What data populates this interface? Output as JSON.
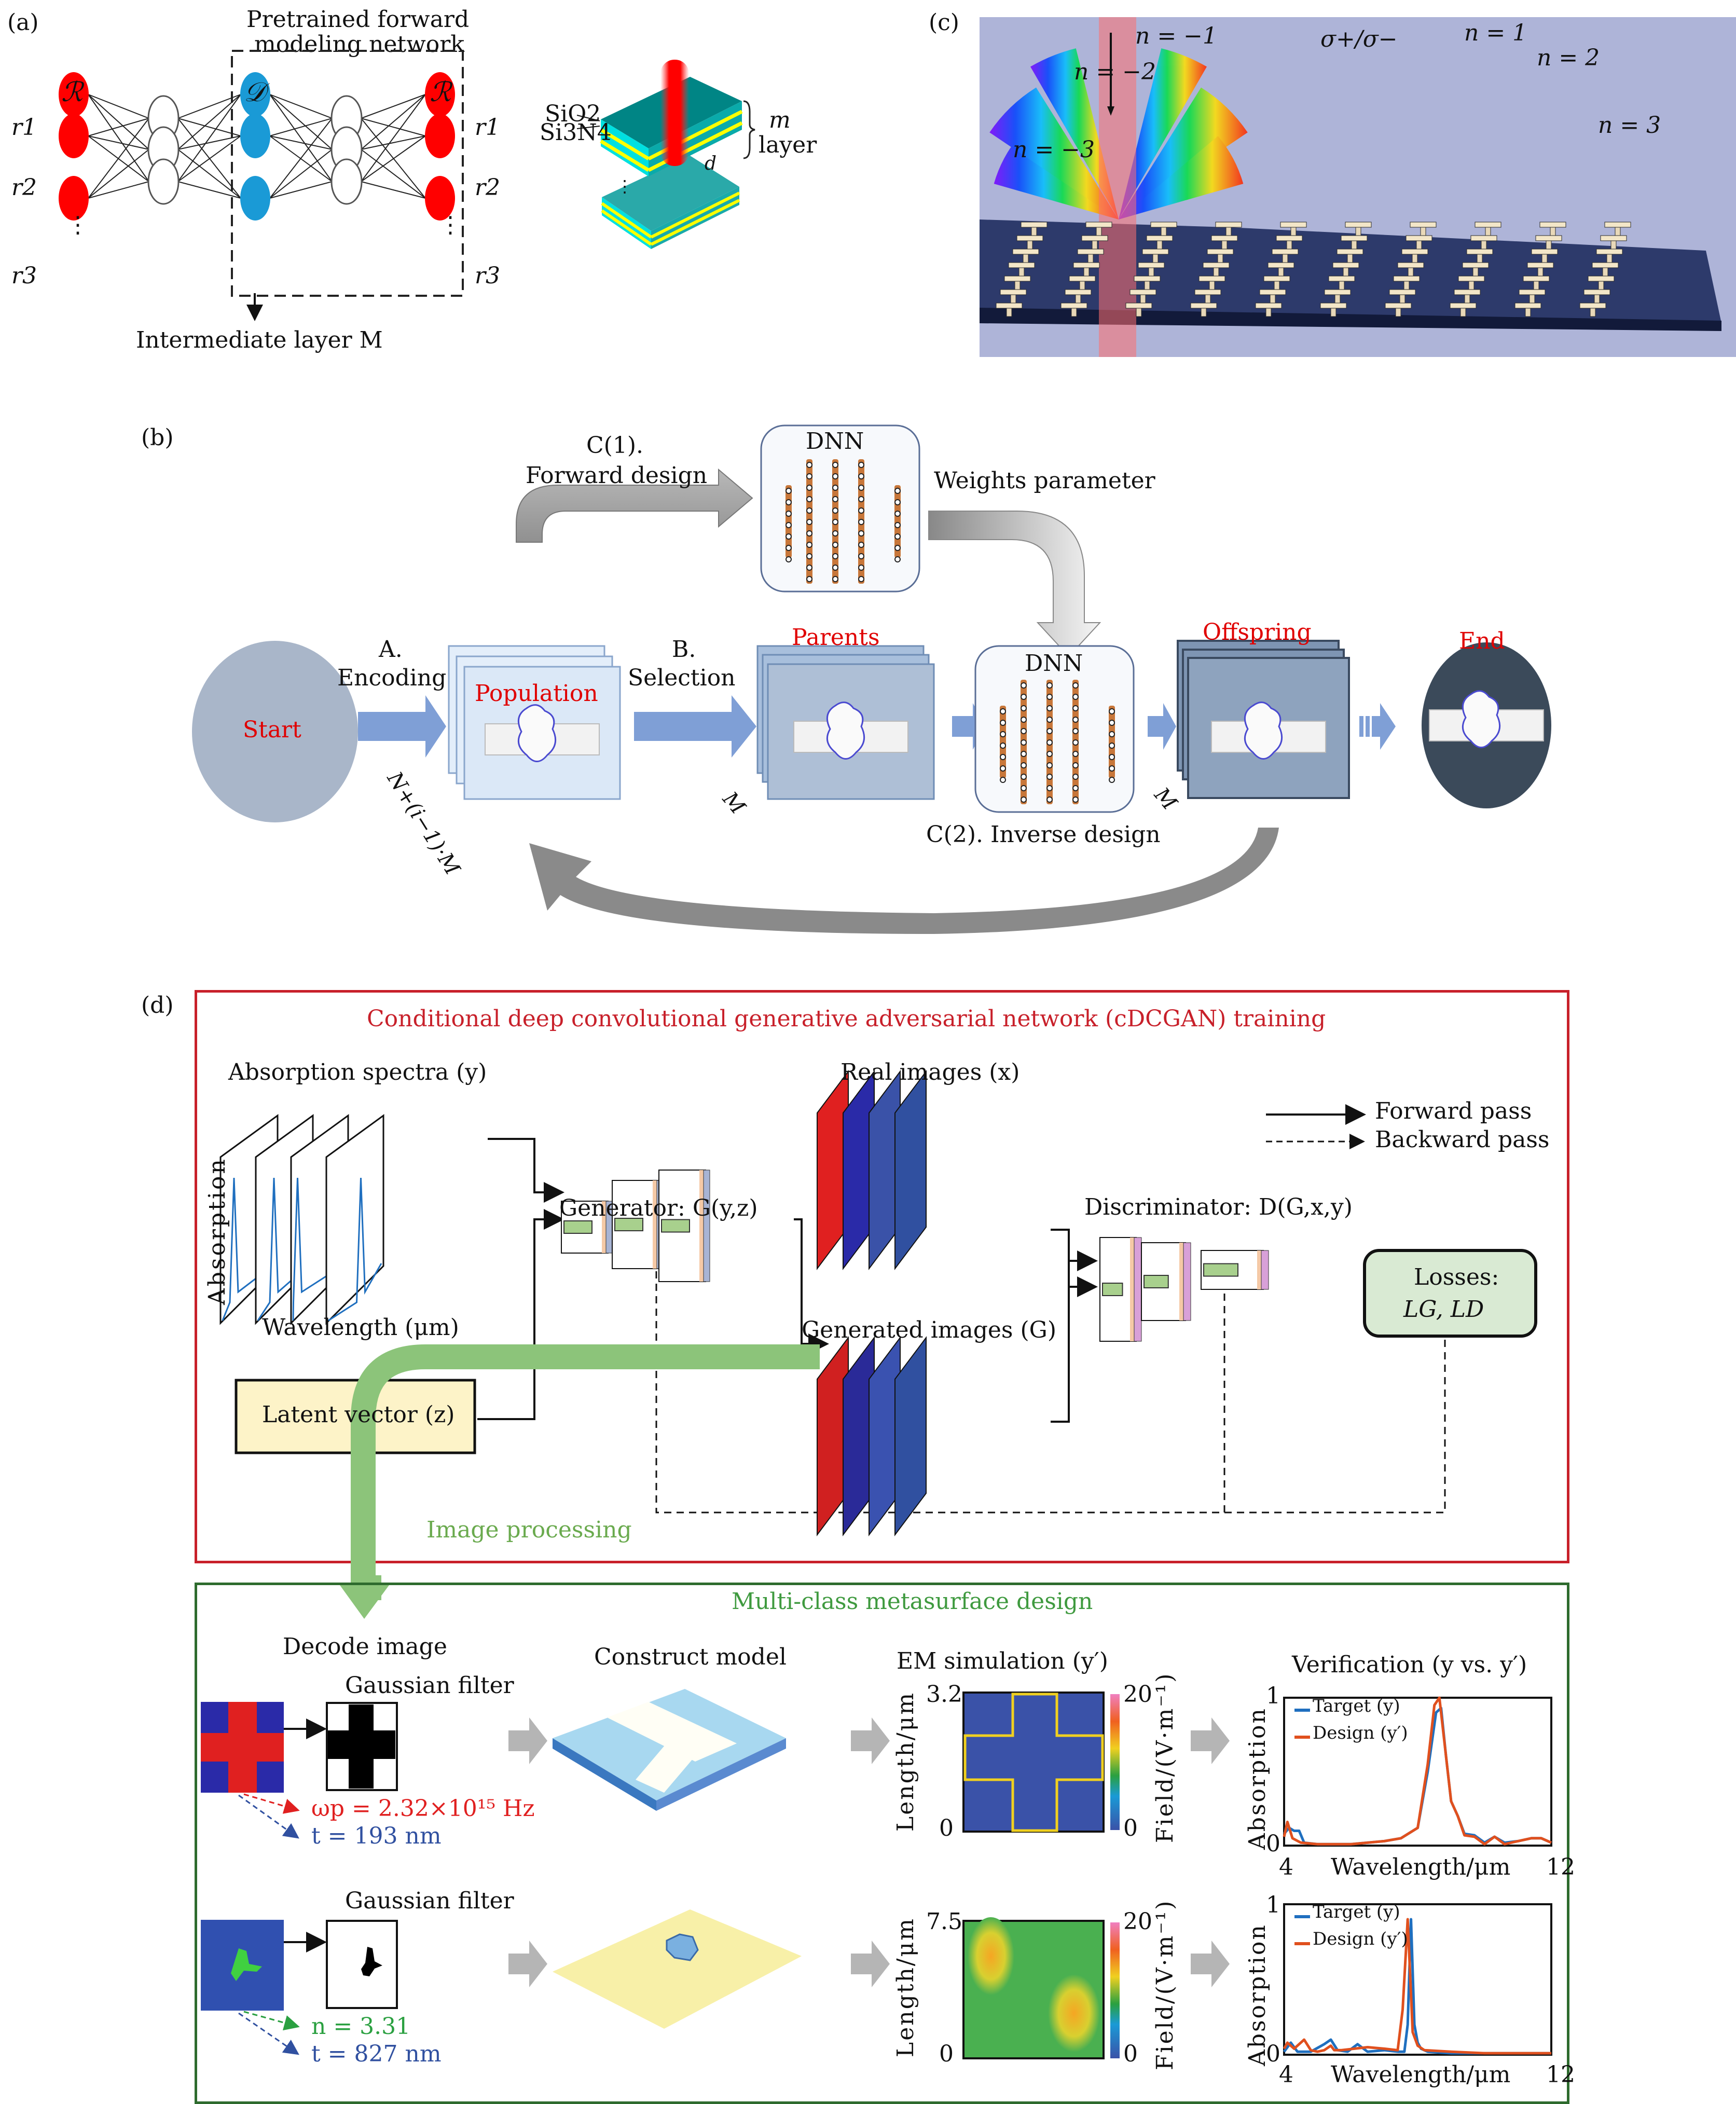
{
  "panels": {
    "a": {
      "label": "(a)",
      "network_title_line1": "Pretrained forward",
      "network_title_line2": "modeling network",
      "input_layer_symbol": "ℛ",
      "design_layer_symbol": "𝒟",
      "output_layer_symbol": "ℛ",
      "inputs": [
        "r1",
        "r2",
        "⋮",
        "r3"
      ],
      "outputs": [
        "r1",
        "r2",
        "⋮",
        "r3"
      ],
      "intermediate_caption": "Intermediate layer M",
      "stack_labels": {
        "sio2": "SiO2",
        "si3n4": "Si3N4",
        "m": "m",
        "layer": "layer",
        "d": "d"
      },
      "colors": {
        "input_node": "#ff0000",
        "design_node": "#1a9ad6",
        "hidden_node": "#ffffff",
        "beam": "#ff1a1a",
        "sio2": "#008080",
        "si3n4_cyan": "#00e5e5",
        "yellow": "#ffff00"
      }
    },
    "b": {
      "label": "(b)",
      "start": "Start",
      "end": "End",
      "step_a_line1": "A.",
      "step_a_line2": "Encoding",
      "step_b_line1": "B.",
      "step_b_line2": "Selection",
      "forward_line1": "C(1).",
      "forward_line2": "Forward design",
      "weights": "Weights parameter",
      "inverse": "C(2). Inverse design",
      "dnn_top": "DNN",
      "dnn_mid": "DNN",
      "population": "Population",
      "parents": "Parents",
      "offspring": "Offspring",
      "population_size": "N+(i−1)·M",
      "m_parents": "M",
      "m_offspring": "M",
      "colors": {
        "accent_text": "#e00000",
        "flow_arrow": "#7f9fd6",
        "loop_arrow": "#808080",
        "start_circle": "#a9b6c9",
        "end_circle": "#3b4a5a"
      }
    },
    "c": {
      "label": "(c)",
      "orders": [
        "n = −3",
        "n = −2",
        "n = −1",
        "n = 1",
        "n = 2",
        "n = 3"
      ],
      "polarization": "σ+/σ−",
      "colors": {
        "background": "#aeb4d8",
        "substrate": "#2d3a6b",
        "beam": "#ff7070"
      }
    },
    "d": {
      "label": "(d)",
      "training_title": "Conditional deep convolutional generative adversarial network (cDCGAN) training",
      "absorption_spectra": "Absorption spectra (y)",
      "absorption_axis": "Absorption",
      "wavelength_axis": "Wavelength (μm)",
      "latent_vector": "Latent vector (z)",
      "generator": "Generator: G(y,z)",
      "real_images": "Real images (x)",
      "generated_images": "Generated images (G)",
      "discriminator": "Discriminator: D(G,x,y)",
      "losses_line1": "Losses:",
      "losses_line2": "LG, LD",
      "legend_forward": "Forward pass",
      "legend_backward": "Backward pass",
      "image_processing": "Image processing",
      "design_title": "Multi-class metasurface design",
      "decode_image": "Decode image",
      "gaussian_filter_1": "Gaussian filter",
      "gaussian_filter_2": "Gaussian filter",
      "construct_model": "Construct model",
      "em_simulation": "EM simulation (y′)",
      "verification": "Verification (y vs. y′)",
      "row1": {
        "param1": "ωp = 2.32×10¹⁵ Hz",
        "param2": "t = 193 nm",
        "length_max": "3.2",
        "length_min": "0",
        "field_max": "20",
        "field_min": "0"
      },
      "row2": {
        "param1": "n = 3.31",
        "param2": "t = 827 nm",
        "length_max": "7.5",
        "length_min": "0",
        "field_max": "20",
        "field_min": "0"
      },
      "length_axis": "Length/μm",
      "field_axis": "Field/(V·m⁻¹)",
      "colors": {
        "training_border": "#c8202a",
        "training_title": "#c8202a",
        "design_border": "#2e6b2e",
        "design_title": "#3f9a3f",
        "green_arrow": "#8cc47a",
        "latent_fill": "#fdf3c8",
        "loss_fill": "#d9ead3",
        "target": "#1f6fbf",
        "design": "#e0501e",
        "param_red": "#e02020",
        "param_blue": "#3050a0",
        "param_green": "#2aa040"
      }
    }
  },
  "chart_data": [
    {
      "type": "line",
      "title": "Verification (y vs. y′)",
      "xlabel": "Wavelength/μm",
      "ylabel": "Absorption",
      "xlim": [
        4,
        12
      ],
      "ylim": [
        0,
        1
      ],
      "x_ticks": [
        "4",
        "12"
      ],
      "y_ticks": [
        "0",
        "1"
      ],
      "legend": "top-left",
      "series": [
        {
          "name": "Target (y)",
          "x": [
            4.0,
            4.15,
            4.3,
            4.45,
            4.6,
            5.0,
            6.0,
            7.0,
            7.5,
            8.0,
            8.3,
            8.55,
            8.7,
            8.85,
            9.0,
            9.2,
            9.4,
            9.7,
            10.0,
            10.3,
            10.6,
            11.0,
            11.4,
            11.7,
            12.0
          ],
          "y": [
            0.08,
            0.12,
            0.1,
            0.1,
            0.02,
            0.01,
            0.01,
            0.03,
            0.05,
            0.12,
            0.5,
            0.9,
            0.93,
            0.6,
            0.3,
            0.2,
            0.08,
            0.07,
            0.02,
            0.06,
            0.02,
            0.03,
            0.05,
            0.05,
            0.02
          ]
        },
        {
          "name": "Design (y′)",
          "x": [
            4.0,
            4.1,
            4.25,
            4.5,
            5.0,
            6.0,
            7.0,
            7.5,
            8.0,
            8.3,
            8.5,
            8.65,
            8.8,
            9.0,
            9.2,
            9.4,
            9.7,
            10.0,
            10.3,
            10.6,
            11.0,
            11.4,
            11.7,
            12.0
          ],
          "y": [
            0.06,
            0.16,
            0.05,
            0.02,
            0.01,
            0.01,
            0.03,
            0.05,
            0.12,
            0.55,
            0.95,
            1.0,
            0.7,
            0.3,
            0.2,
            0.07,
            0.06,
            0.01,
            0.06,
            0.01,
            0.03,
            0.05,
            0.05,
            0.02
          ]
        }
      ]
    },
    {
      "type": "line",
      "title": "",
      "xlabel": "Wavelength/μm",
      "ylabel": "Absorption",
      "xlim": [
        4,
        12
      ],
      "ylim": [
        0,
        1
      ],
      "x_ticks": [
        "4",
        "12"
      ],
      "y_ticks": [
        "0",
        "1"
      ],
      "legend": "top-left",
      "series": [
        {
          "name": "Target (y)",
          "x": [
            4.0,
            4.2,
            4.4,
            4.8,
            5.2,
            5.4,
            5.6,
            5.9,
            6.2,
            6.5,
            7.0,
            7.4,
            7.6,
            7.7,
            7.8,
            7.9,
            8.0,
            8.1,
            8.3,
            9.0,
            10.0,
            11.0,
            12.0
          ],
          "y": [
            0.02,
            0.08,
            0.02,
            0.02,
            0.07,
            0.1,
            0.03,
            0.02,
            0.07,
            0.02,
            0.03,
            0.02,
            0.02,
            0.2,
            0.9,
            0.2,
            0.08,
            0.04,
            0.02,
            0.01,
            0.01,
            0.01,
            0.01
          ]
        },
        {
          "name": "Design (y′)",
          "x": [
            4.0,
            4.1,
            4.3,
            4.6,
            4.8,
            5.0,
            5.2,
            5.4,
            5.5,
            5.7,
            6.5,
            7.0,
            7.4,
            7.55,
            7.7,
            7.85,
            8.0,
            8.2,
            9.0,
            10.0,
            11.0,
            12.0
          ],
          "y": [
            0.04,
            0.08,
            0.04,
            0.1,
            0.03,
            0.02,
            0.03,
            0.06,
            0.03,
            0.03,
            0.05,
            0.04,
            0.03,
            0.3,
            0.9,
            0.15,
            0.06,
            0.03,
            0.02,
            0.01,
            0.01,
            0.01
          ]
        }
      ]
    }
  ]
}
